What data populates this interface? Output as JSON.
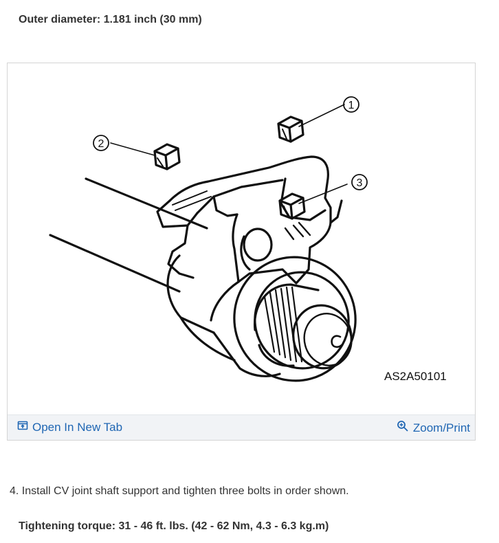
{
  "spec_outer_diameter": "Outer diameter: 1.181 inch (30 mm)",
  "figure": {
    "callouts": [
      "1",
      "2",
      "3"
    ],
    "code": "AS2A50101",
    "open_tab_label": "Open In New Tab",
    "zoom_label": "Zoom/Print",
    "icons": {
      "open": "open-in-new-tab-icon",
      "zoom": "zoom-icon"
    },
    "accent_color": "#1f66b3"
  },
  "step_text": "4. Install CV joint shaft support and tighten three bolts in order shown.",
  "spec_torque": "Tightening torque: 31 - 46 ft. lbs. (42 - 62 Nm, 4.3 - 6.3 kg.m)"
}
